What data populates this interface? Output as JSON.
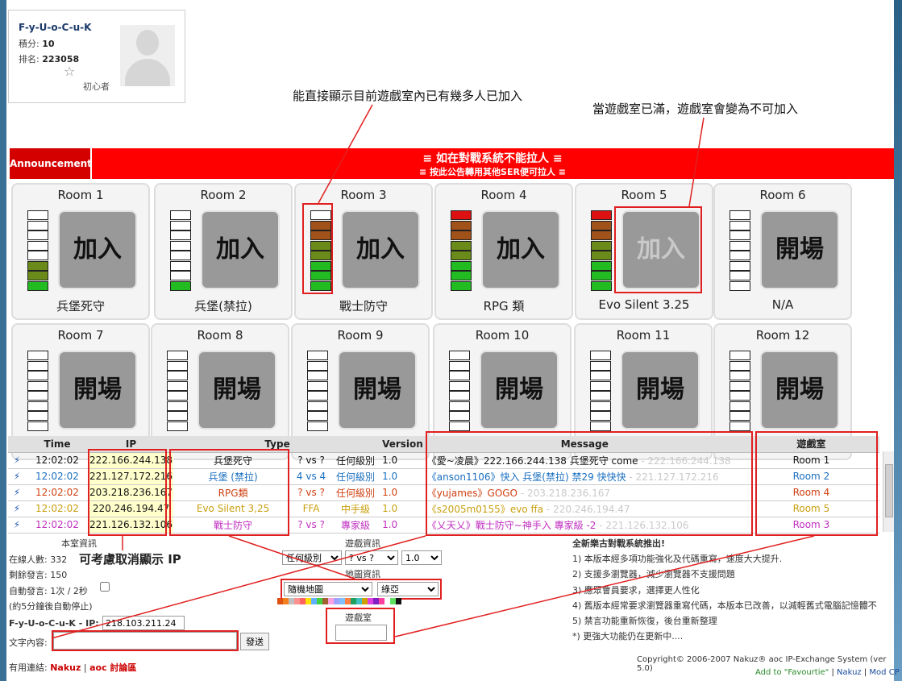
{
  "profile": {
    "name": "F-y-U-o-C-u-K",
    "score_label": "積分:",
    "score": "10",
    "rank_label": "排名:",
    "rank": "223058",
    "level": "初心者"
  },
  "notes": {
    "n1": "能直接顯示目前遊戲室內已有幾多人已加入",
    "n2": "當遊戲室已滿，遊戲室會變為不可加入",
    "n3": "可考慮取消顯示 IP"
  },
  "announcement": {
    "label": "Announcement",
    "line1": "≡ 如在對戰系統不能拉人 ≡",
    "line2": "≡ 按此公告轉用其他SER便可拉人 ≡"
  },
  "rooms": [
    {
      "name": "Room 1",
      "button": "加入",
      "type": "兵堡死守"
    },
    {
      "name": "Room 2",
      "button": "加入",
      "type": "兵堡(禁拉)"
    },
    {
      "name": "Room 3",
      "button": "加入",
      "type": "戰士防守"
    },
    {
      "name": "Room 4",
      "button": "加入",
      "type": "RPG 類"
    },
    {
      "name": "Room 5",
      "button": "加入",
      "type": "Evo Silent 3.25"
    },
    {
      "name": "Room 6",
      "button": "開場",
      "type": "N/A"
    },
    {
      "name": "Room 7",
      "button": "開場",
      "type": ""
    },
    {
      "name": "Room 8",
      "button": "開場",
      "type": ""
    },
    {
      "name": "Room 9",
      "button": "開場",
      "type": ""
    },
    {
      "name": "Room 10",
      "button": "開場",
      "type": ""
    },
    {
      "name": "Room 11",
      "button": "開場",
      "type": ""
    },
    {
      "name": "Room 12",
      "button": "開場",
      "type": ""
    }
  ],
  "room_fill": [
    3,
    1,
    8,
    8,
    8,
    0,
    0,
    0,
    0,
    0,
    0,
    0
  ],
  "colors": {
    "green": "#22bb22",
    "olive": "#6a8a1a",
    "brown": "#a0521a",
    "red": "#dd1111",
    "row_yellow": "#ffffcc"
  },
  "table": {
    "headers": {
      "time": "Time",
      "ip": "IP",
      "type": "Type",
      "version": "Version",
      "message": "Message",
      "room": "遊戲室"
    },
    "rows": [
      {
        "time": "12:02:02",
        "ip": "222.166.244.138",
        "type": "兵堡死守",
        "vs": "? vs ?",
        "level": "任何級別",
        "ver": "1.0",
        "msg": "《愛~凌晨》222.166.244.138 兵堡死守 come",
        "ghost": " - 222.166.244.138",
        "room": "Room 1",
        "color": "#111111"
      },
      {
        "time": "12:02:02",
        "ip": "221.127.172.216",
        "type": "兵堡 (禁拉)",
        "vs": "4 vs 4",
        "level": "任何級別",
        "ver": "1.0",
        "msg": "《anson1106》快入 兵堡(禁拉) 禁29 快快快",
        "ghost": " - 221.127.172.216",
        "room": "Room 2",
        "color": "#1a6fc0"
      },
      {
        "time": "12:02:02",
        "ip": "203.218.236.167",
        "type": "RPG類",
        "vs": "? vs ?",
        "level": "任何級別",
        "ver": "1.0",
        "msg": "《yujames》GOGO",
        "ghost": " - 203.218.236.167",
        "room": "Room 4",
        "color": "#d04010"
      },
      {
        "time": "12:02:02",
        "ip": "220.246.194.47",
        "type": "Evo Silent 3,25",
        "vs": "FFA",
        "level": "中手級",
        "ver": "1.0",
        "msg": "《s2005m0155》evo ffa",
        "ghost": " - 220.246.194.47",
        "room": "Room 5",
        "color": "#c8a010"
      },
      {
        "time": "12:02:02",
        "ip": "221.126.132.106",
        "type": "戰士防守",
        "vs": "? vs ?",
        "level": "專家級",
        "ver": "1.0",
        "msg": "《乂天乂》戰士防守~神手入 專家級 -2",
        "ghost": " - 221.126.132.106",
        "room": "Room 3",
        "color": "#c030c0"
      }
    ]
  },
  "room_info": {
    "title": "本室資訊",
    "online": "在線人數: 332",
    "remaining": "剩餘發言: 150",
    "auto": "自動發言: 1次 / 2秒",
    "auto_note": "(約5分鐘後自動停止)",
    "ip_label": "F-y-U-o-C-u-K - IP:",
    "ip_value": "218.103.211.24",
    "text_label": "文字內容:",
    "text_value": "",
    "send": "發送",
    "links_label": "有用連結:",
    "link1": "Nakuz",
    "link2": "aoc 討論區"
  },
  "game_info": {
    "title": "遊戲資訊",
    "level": "任何級別",
    "vs": "? vs ?",
    "version": "1.0",
    "map_title": "地圖資訊",
    "map": "隨機地圖",
    "civ": "綠亞",
    "room_title": "遊戲室",
    "room_value": ""
  },
  "news": {
    "title": "全新樂古對戰系統推出!",
    "items": [
      "1) 本版本經多項功能強化及代碼重寫，速度大大提升.",
      "2) 支援多瀏覽器，減少瀏覽器不支援問題",
      "3) 應眾會員要求，選擇更人性化",
      "4) 舊版本經常要求瀏覽器重寫代碼，本版本已改善，以減輕舊式電腦記憶體不",
      "5) 禁言功能重新恢復，後台重新整理",
      "*) 更強大功能仍在更新中...."
    ],
    "copyright": "Copyright© 2006-2007  Nakuz® aoc IP-Exchange System (ver 5.0)",
    "fav": "Add to \"Favourtie\"",
    "nakuz": "Nakuz",
    "mod": "Mod CP"
  }
}
